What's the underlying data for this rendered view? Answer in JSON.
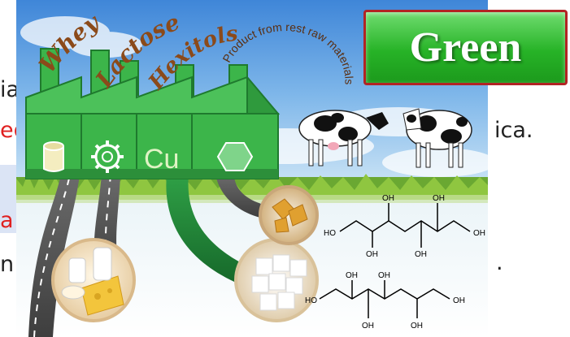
{
  "background_slide": {
    "fragment_1": "ia",
    "fragment_2": "ed",
    "fragment_3": "ica.",
    "fragment_4": "a",
    "fragment_5": "n",
    "fragment_6": "."
  },
  "badge": {
    "label": "Green"
  },
  "arc_words": {
    "whey": "Whey",
    "lactose": "Lactose",
    "hexitols": "Hexitols",
    "product": "Product from rest raw materials"
  },
  "factory": {
    "icons": [
      "cylinder-icon",
      "gear-icon",
      "copper-label",
      "hexagon-icon"
    ],
    "copper_symbol": "Cu"
  },
  "molecules": {
    "labels_top": {
      "oh1": "OH",
      "oh2": "OH",
      "ho": "HO",
      "oh3": "OH",
      "oh4": "OH",
      "oh5": "OH"
    },
    "labels_bottom": {
      "oh1": "OH",
      "oh2": "OH",
      "ho": "HO",
      "oh3": "OH",
      "oh4": "OH",
      "oh5": "OH"
    }
  },
  "colors": {
    "factory_green": "#3cb54a",
    "factory_dark": "#1f7a2e",
    "arc_text": "#8b4a1a",
    "badge_green": "#27b327",
    "badge_border": "#b22424",
    "slide_red": "#e02020"
  }
}
